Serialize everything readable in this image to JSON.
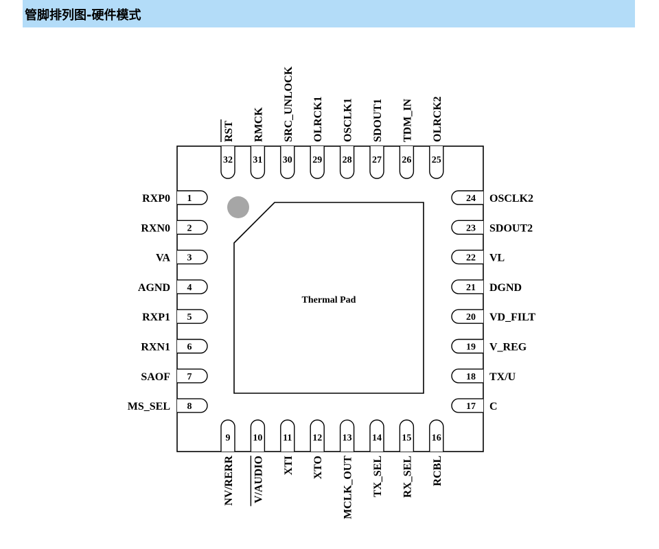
{
  "header": {
    "title": "管脚排列图-硬件模式"
  },
  "chip": {
    "pad_label": "Thermal Pad",
    "pin1_marker_color": "#a6a6a6",
    "pins": [
      {
        "num": "1",
        "name": "RXP0",
        "side": "left"
      },
      {
        "num": "2",
        "name": "RXN0",
        "side": "left"
      },
      {
        "num": "3",
        "name": "VA",
        "side": "left"
      },
      {
        "num": "4",
        "name": "AGND",
        "side": "left"
      },
      {
        "num": "5",
        "name": "RXP1",
        "side": "left"
      },
      {
        "num": "6",
        "name": "RXN1",
        "side": "left"
      },
      {
        "num": "7",
        "name": "SAOF",
        "side": "left"
      },
      {
        "num": "8",
        "name": "MS_SEL",
        "side": "left"
      },
      {
        "num": "9",
        "name": "NV/RERR",
        "side": "bottom"
      },
      {
        "num": "10",
        "name": "V/AUDIO",
        "side": "bottom",
        "overline": true
      },
      {
        "num": "11",
        "name": "XTI",
        "side": "bottom"
      },
      {
        "num": "12",
        "name": "XTO",
        "side": "bottom"
      },
      {
        "num": "13",
        "name": "MCLK_OUT",
        "side": "bottom"
      },
      {
        "num": "14",
        "name": "TX_SEL",
        "side": "bottom"
      },
      {
        "num": "15",
        "name": "RX_SEL",
        "side": "bottom"
      },
      {
        "num": "16",
        "name": "RCBL",
        "side": "bottom"
      },
      {
        "num": "17",
        "name": "C",
        "side": "right"
      },
      {
        "num": "18",
        "name": "TX/U",
        "side": "right"
      },
      {
        "num": "19",
        "name": "V_REG",
        "side": "right"
      },
      {
        "num": "20",
        "name": "VD_FILT",
        "side": "right"
      },
      {
        "num": "21",
        "name": "DGND",
        "side": "right"
      },
      {
        "num": "22",
        "name": "VL",
        "side": "right"
      },
      {
        "num": "23",
        "name": "SDOUT2",
        "side": "right"
      },
      {
        "num": "24",
        "name": "OSCLK2",
        "side": "right"
      },
      {
        "num": "25",
        "name": "OLRCK2",
        "side": "top"
      },
      {
        "num": "26",
        "name": "TDM_IN",
        "side": "top"
      },
      {
        "num": "27",
        "name": "SDOUT1",
        "side": "top"
      },
      {
        "num": "28",
        "name": "OSCLK1",
        "side": "top"
      },
      {
        "num": "29",
        "name": "OLRCK1",
        "side": "top"
      },
      {
        "num": "30",
        "name": "SRC_UNLOCK",
        "side": "top"
      },
      {
        "num": "31",
        "name": "RMCK",
        "side": "top"
      },
      {
        "num": "32",
        "name": "RST",
        "side": "top",
        "overline": true
      }
    ]
  }
}
